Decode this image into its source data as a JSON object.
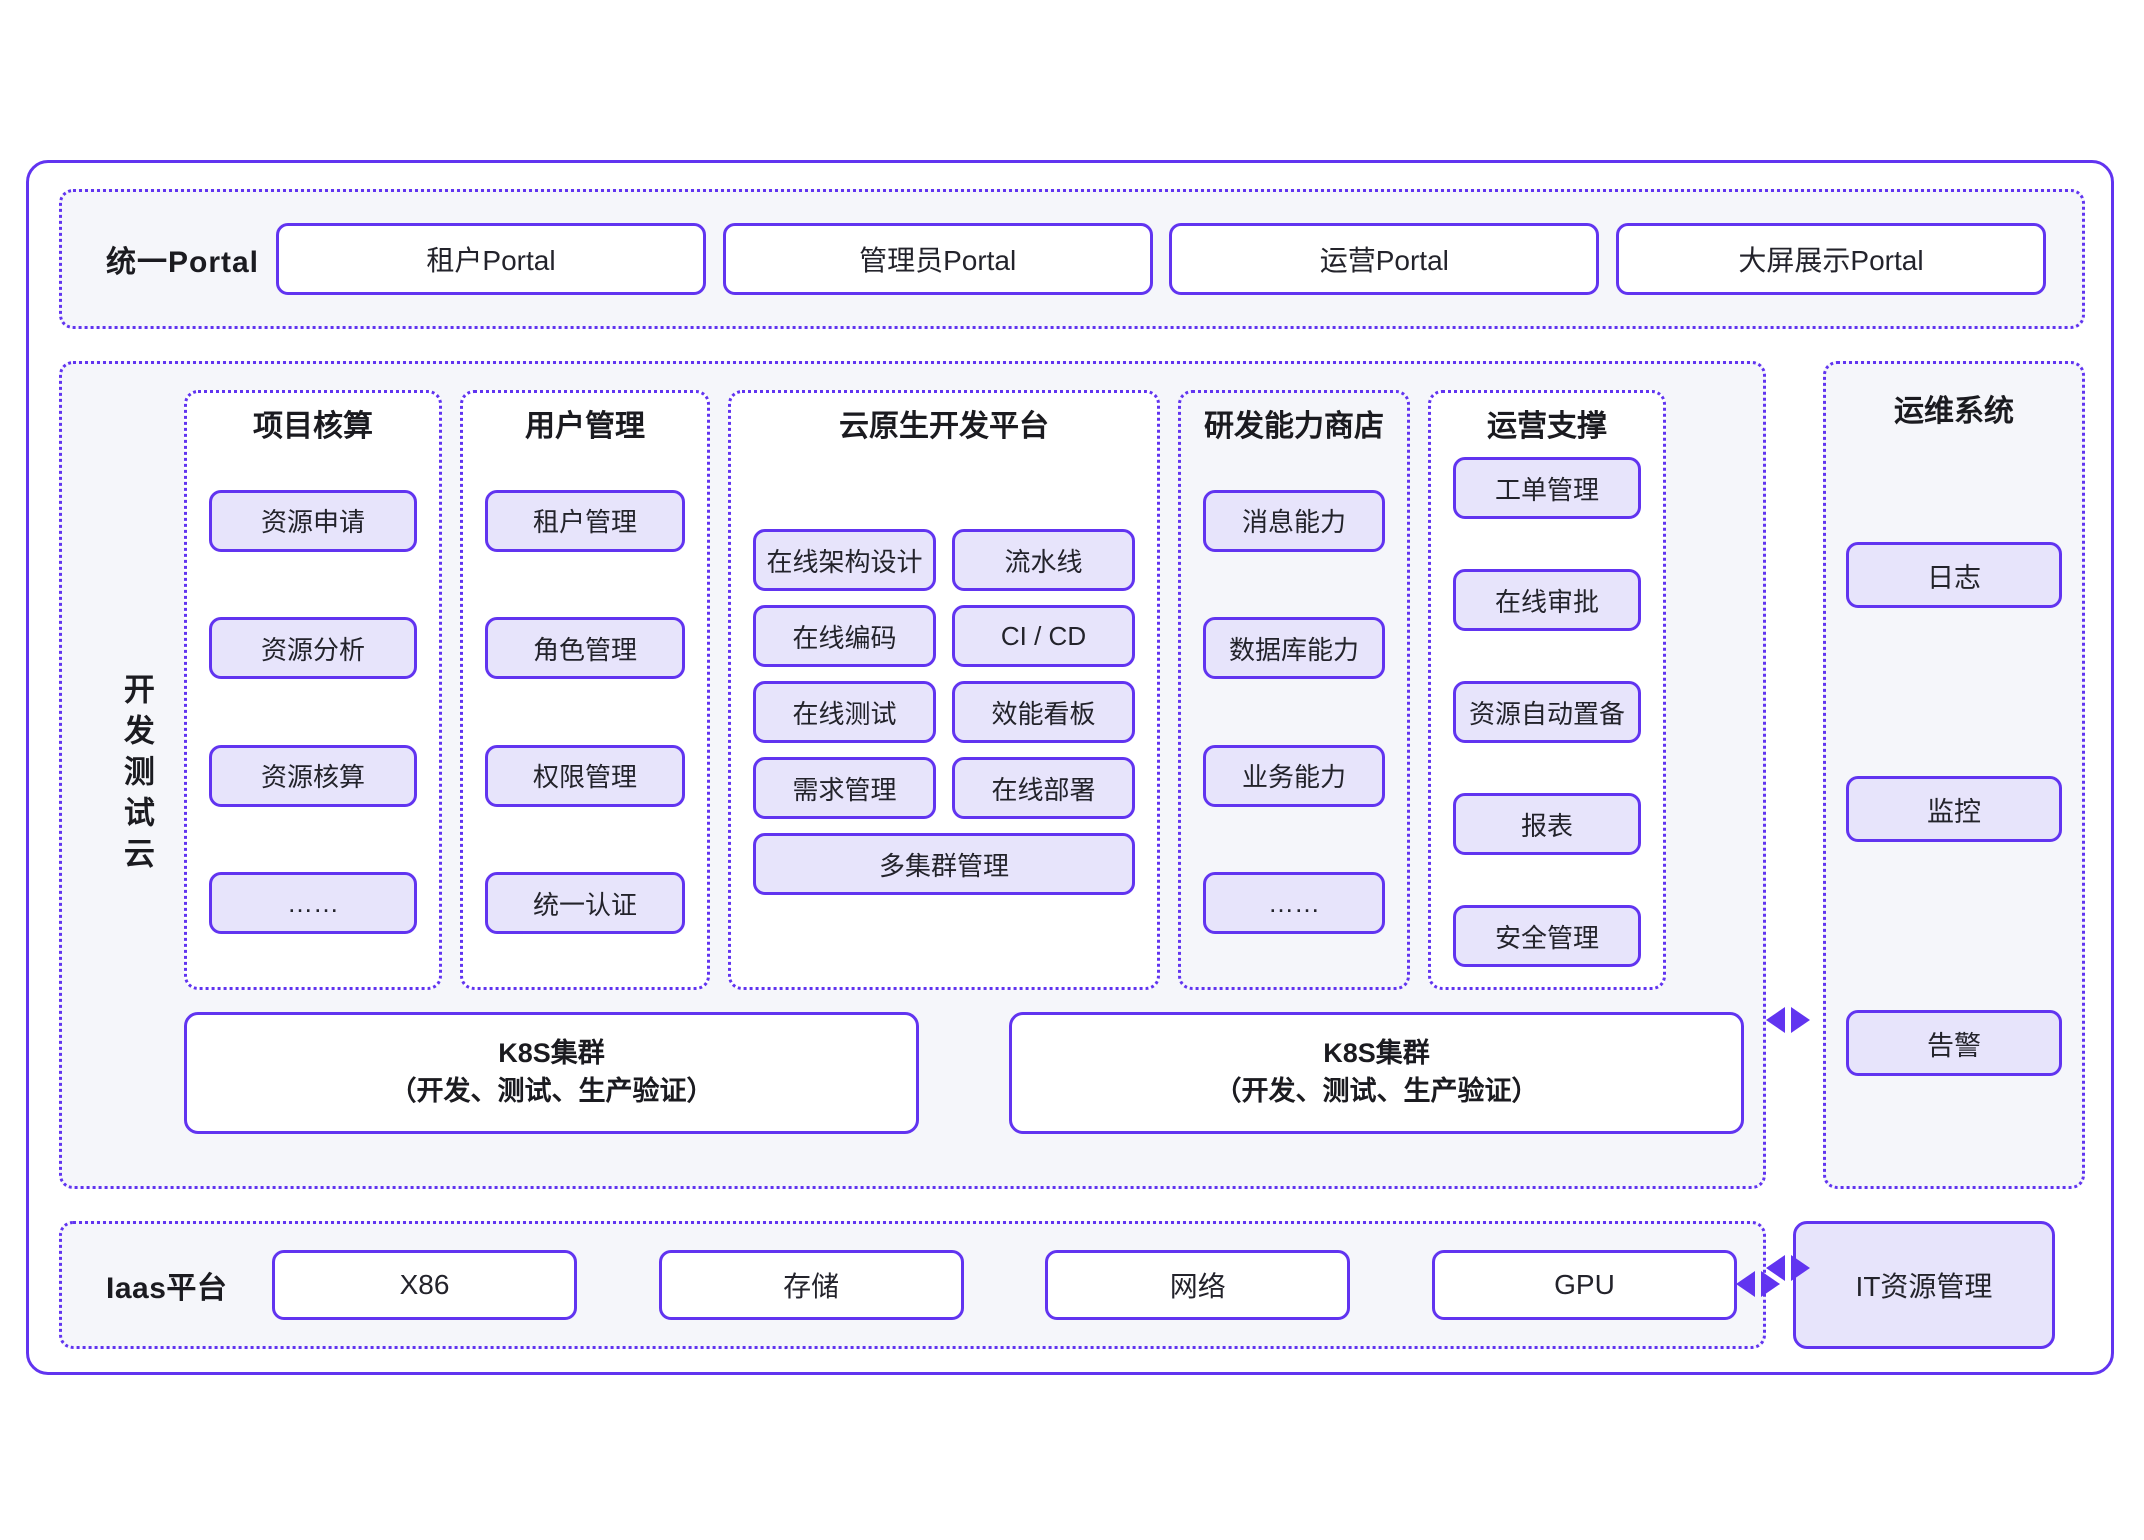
{
  "portal": {
    "label": "统一Portal",
    "buttons": [
      {
        "label": "租户Portal"
      },
      {
        "label": "管理员Portal"
      },
      {
        "label": "运营Portal"
      },
      {
        "label": "大屏展示Portal"
      }
    ]
  },
  "devtest": {
    "label": "开发测试云",
    "columns": [
      {
        "title": "项目核算",
        "items": [
          "资源申请",
          "资源分析",
          "资源核算",
          "……"
        ]
      },
      {
        "title": "用户管理",
        "items": [
          "租户管理",
          "角色管理",
          "权限管理",
          "统一认证"
        ]
      },
      {
        "title": "云原生开发平台",
        "items": [
          "在线架构设计",
          "流水线",
          "在线编码",
          "CI / CD",
          "在线测试",
          "效能看板",
          "需求管理",
          "在线部署"
        ],
        "wide_item": "多集群管理"
      },
      {
        "title": "研发能力商店",
        "items": [
          "消息能力",
          "数据库能力",
          "业务能力",
          "……"
        ]
      },
      {
        "title": "运营支撑",
        "items": [
          "工单管理",
          "在线审批",
          "资源自动置备",
          "报表",
          "安全管理"
        ]
      }
    ],
    "k8s": [
      {
        "line1": "K8S集群",
        "line2": "（开发、测试、生产验证）"
      },
      {
        "line1": "K8S集群",
        "line2": "（开发、测试、生产验证）"
      }
    ]
  },
  "ops_system": {
    "title": "运维系统",
    "items": [
      "日志",
      "监控",
      "告警"
    ]
  },
  "iaas": {
    "label": "Iaas平台",
    "buttons": [
      {
        "label": "X86"
      },
      {
        "label": "存储"
      },
      {
        "label": "网络"
      },
      {
        "label": "GPU"
      }
    ],
    "it_resource": "IT资源管理"
  },
  "colors": {
    "accent": "#6134f0",
    "chip_fill": "#e7e4fb",
    "panel_bg": "#f5f6fa"
  }
}
